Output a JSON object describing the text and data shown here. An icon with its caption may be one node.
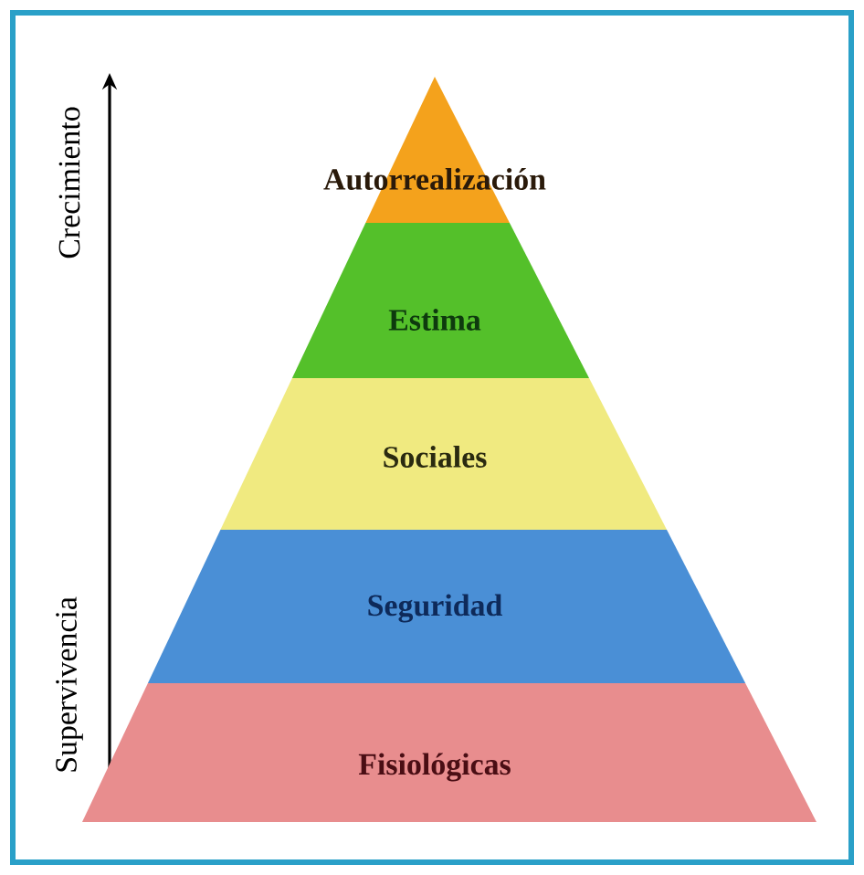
{
  "diagram": {
    "nodes": [
      {
        "text": [
          "Autorrealización"
        ]
      },
      {
        "text": [
          "Estima"
        ]
      },
      {
        "text": [
          "Sociales"
        ]
      },
      {
        "text": [
          "Seguridad"
        ]
      },
      {
        "text": [
          "Fisiológicas"
        ]
      }
    ],
    "labels": [
      "Crecimiento",
      "Supervivencia"
    ]
  }
}
